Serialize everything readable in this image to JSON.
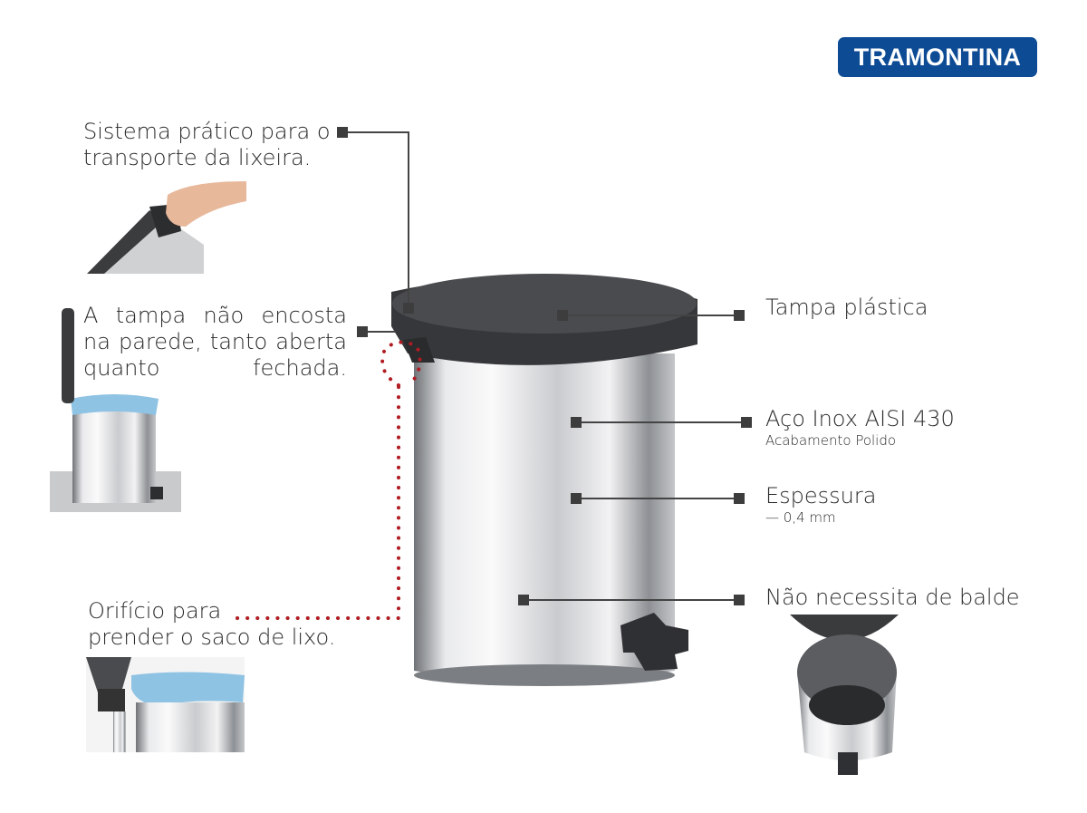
{
  "brand": {
    "logo_text": "TRAMONTINA",
    "color": "#0d4b95"
  },
  "callouts_left": [
    {
      "lines": [
        "Sistema prático para o",
        "transporte da lixeira."
      ]
    },
    {
      "lines": [
        "A tampa não encosta",
        "na parede, tanto aberta",
        "quanto fechada."
      ]
    },
    {
      "lines": [
        "Orifício para",
        "prender o saco de lixo."
      ]
    }
  ],
  "callouts_right": [
    {
      "title": "Tampa plástica"
    },
    {
      "title": "Aço Inox AISI 430",
      "subtitle": "Acabamento Polido"
    },
    {
      "title": "Espessura",
      "subtitle": "—  0,4 mm"
    },
    {
      "title": "Não necessita de balde"
    }
  ],
  "colors": {
    "leader_line": "#444444",
    "dotted_line": "#b01c22",
    "lid": "#3a3b3d",
    "bag": "#8fc3e3"
  }
}
